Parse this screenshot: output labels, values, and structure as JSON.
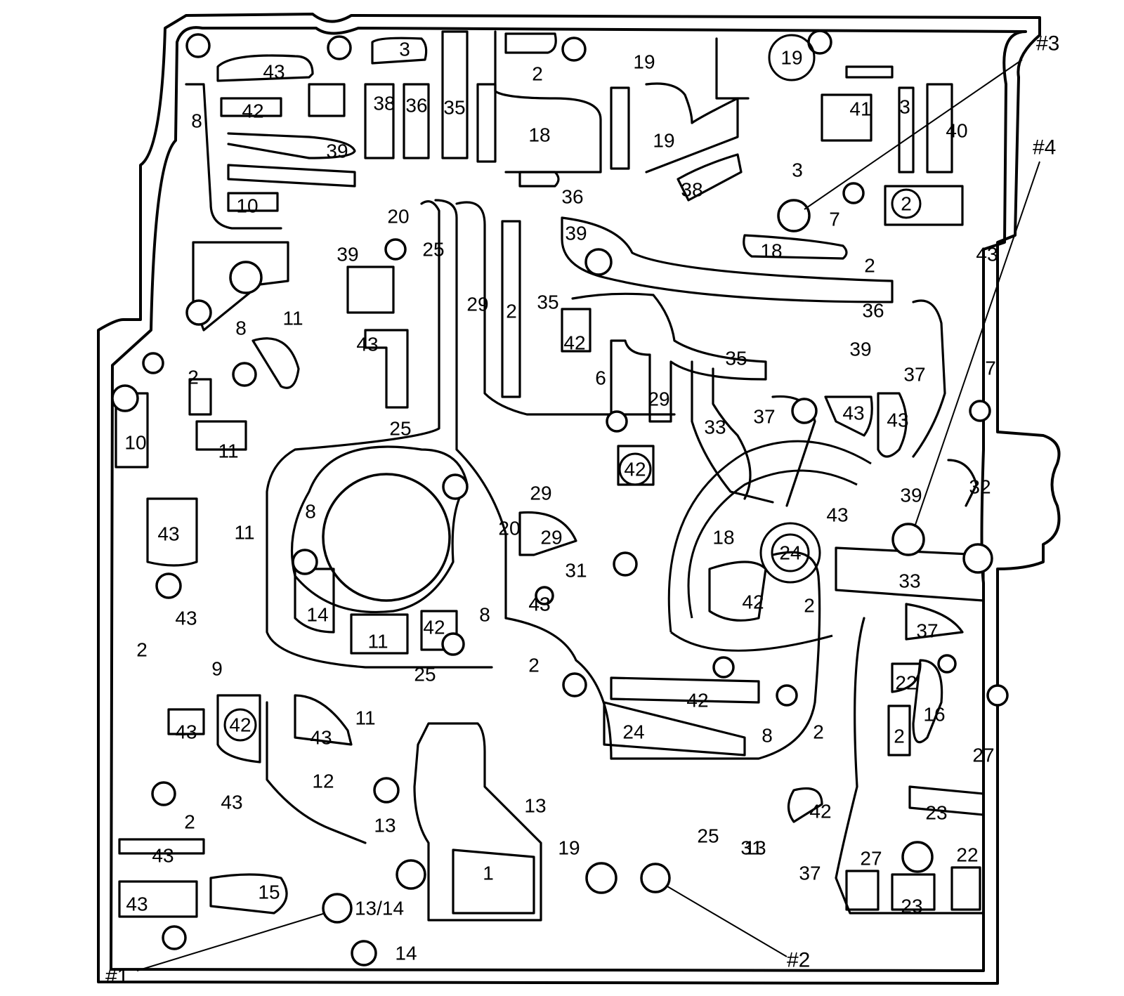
{
  "callouts": {
    "c1": "#1",
    "c2": "#2",
    "c3": "#3",
    "c4": "#4"
  },
  "labels": [
    "3",
    "43",
    "2",
    "19",
    "19",
    "8",
    "42",
    "38",
    "36",
    "35",
    "18",
    "19",
    "41",
    "3",
    "40",
    "39",
    "10",
    "3",
    "38",
    "36",
    "2",
    "20",
    "39",
    "25",
    "7",
    "18",
    "2",
    "43",
    "39",
    "8",
    "11",
    "29",
    "2",
    "35",
    "36",
    "39",
    "42",
    "35",
    "37",
    "6",
    "29",
    "7",
    "2",
    "43",
    "37",
    "33",
    "43",
    "43",
    "10",
    "11",
    "25",
    "42",
    "11",
    "8",
    "29",
    "39",
    "32",
    "43",
    "43",
    "20",
    "29",
    "18",
    "24",
    "43",
    "43",
    "31",
    "42",
    "2",
    "33",
    "14",
    "43",
    "11",
    "42",
    "8",
    "37",
    "2",
    "9",
    "2",
    "25",
    "22",
    "42",
    "16",
    "43",
    "42",
    "11",
    "24",
    "8",
    "2",
    "43",
    "2",
    "12",
    "27",
    "43",
    "13",
    "23",
    "2",
    "13",
    "42",
    "13",
    "19",
    "25",
    "43",
    "31",
    "27",
    "22",
    "1",
    "37",
    "15",
    "43",
    "13/14",
    "23",
    "14"
  ]
}
